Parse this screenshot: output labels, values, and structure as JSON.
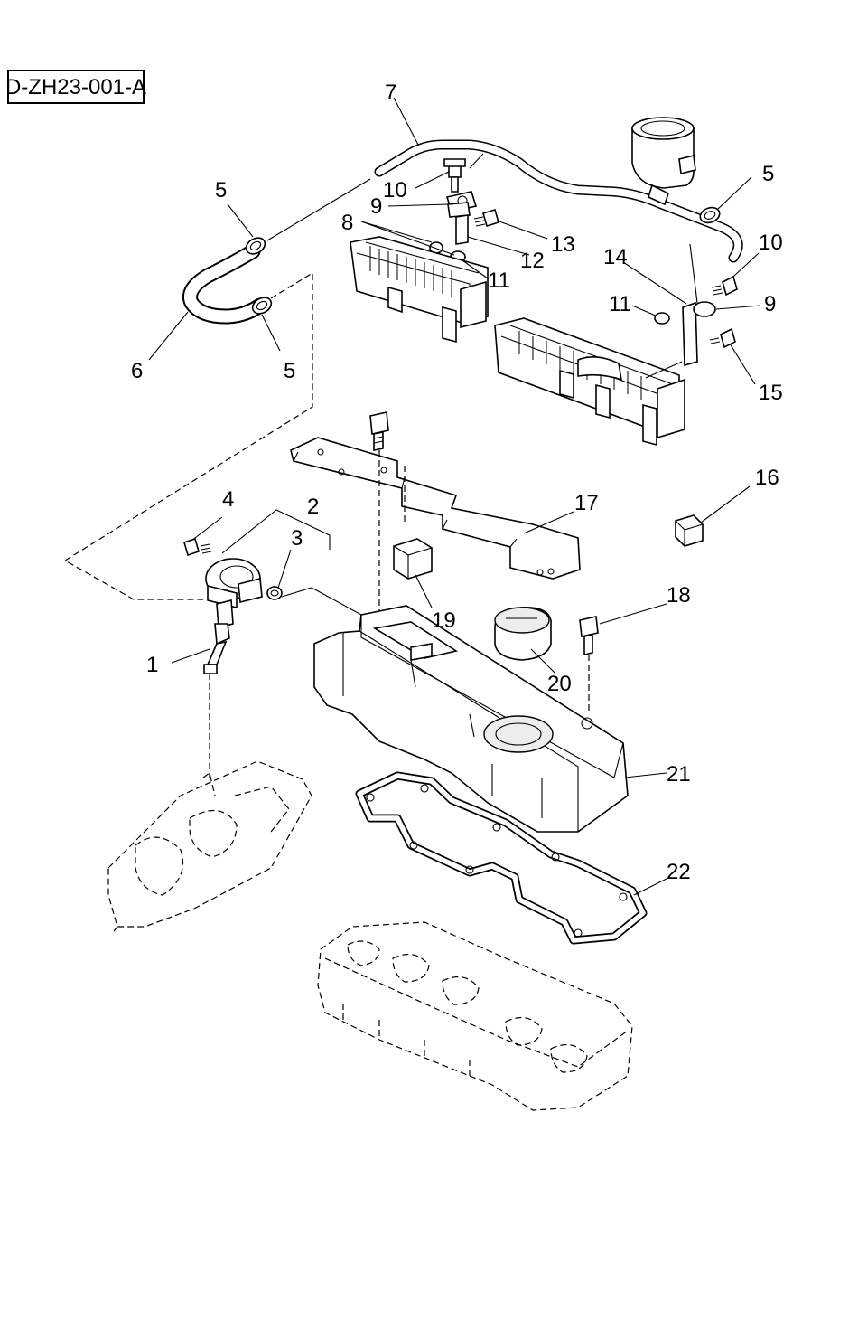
{
  "drawing_code": "D-ZH23-001-A",
  "callouts": [
    {
      "id": "c1",
      "label": "1"
    },
    {
      "id": "c2",
      "label": "2"
    },
    {
      "id": "c3",
      "label": "3"
    },
    {
      "id": "c4",
      "label": "4"
    },
    {
      "id": "c5a",
      "label": "5"
    },
    {
      "id": "c5b",
      "label": "5"
    },
    {
      "id": "c5c",
      "label": "5"
    },
    {
      "id": "c6",
      "label": "6"
    },
    {
      "id": "c7",
      "label": "7"
    },
    {
      "id": "c8",
      "label": "8"
    },
    {
      "id": "c9a",
      "label": "9"
    },
    {
      "id": "c9b",
      "label": "9"
    },
    {
      "id": "c10a",
      "label": "10"
    },
    {
      "id": "c10b",
      "label": "10"
    },
    {
      "id": "c11a",
      "label": "11"
    },
    {
      "id": "c11b",
      "label": "11"
    },
    {
      "id": "c12",
      "label": "12"
    },
    {
      "id": "c13",
      "label": "13"
    },
    {
      "id": "c14",
      "label": "14"
    },
    {
      "id": "c15",
      "label": "15"
    },
    {
      "id": "c16",
      "label": "16"
    },
    {
      "id": "c17",
      "label": "17"
    },
    {
      "id": "c18",
      "label": "18"
    },
    {
      "id": "c19",
      "label": "19"
    },
    {
      "id": "c20",
      "label": "20"
    },
    {
      "id": "c21",
      "label": "21"
    },
    {
      "id": "c22",
      "label": "22"
    }
  ]
}
